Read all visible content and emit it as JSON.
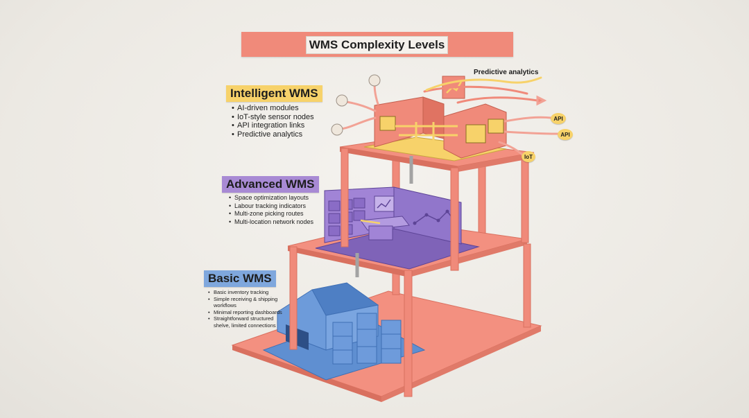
{
  "title": "WMS Complexity Levels",
  "tiers": {
    "intelligent": {
      "label": "Intelligent WMS",
      "features": [
        "AI-driven modules",
        "IoT-style sensor nodes",
        "API integration links",
        "Predictive analytics"
      ]
    },
    "advanced": {
      "label": "Advanced WMS",
      "features": [
        "Space optimization layouts",
        "Labour tracking indicators",
        "Multi-zone picking routes",
        "Multi-location network nodes"
      ]
    },
    "basic": {
      "label": "Basic WMS",
      "features": [
        "Basic inventory tracking",
        "Simple receiving & shipping workflows",
        "Minimal reporting dashboards",
        "Straightforward structured shelve, limited connections"
      ]
    }
  },
  "callouts": {
    "predictive": "Predictive analytics",
    "api_1": "API",
    "api_2": "API",
    "iot": "IoT"
  },
  "colors": {
    "frame": "#f08a7a",
    "intelligent": "#f7d26a",
    "advanced": "#a88ad4",
    "basic": "#7fa7dd"
  }
}
